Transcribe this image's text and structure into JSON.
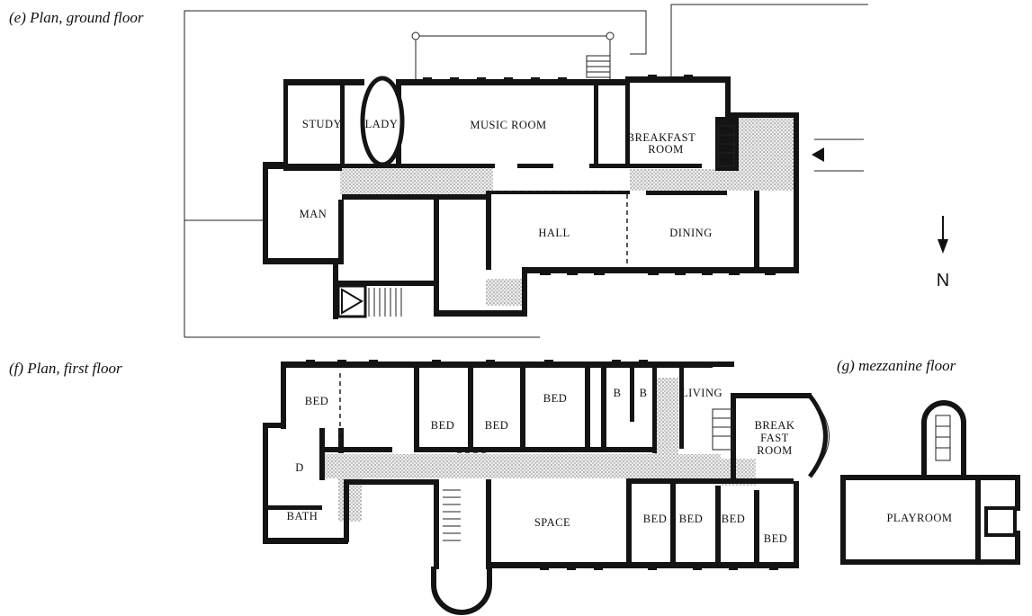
{
  "captions": {
    "ground": "(e)  Plan, ground floor",
    "first": "(f)  Plan, first floor",
    "mezzanine": "(g)  mezzanine floor"
  },
  "ground_floor": {
    "study": "STUDY",
    "lady": "LADY",
    "music_room": "MUSIC ROOM",
    "breakfast_1": "BREAKFAST",
    "breakfast_2": "ROOM",
    "man": "MAN",
    "hall": "HALL",
    "dining": "DINING"
  },
  "first_floor": {
    "bed_1": "BED",
    "bed_2": "BED",
    "bed_3": "BED",
    "bed_4": "BED",
    "b_1": "B",
    "b_2": "B",
    "living": "LIVING",
    "break_1": "BREAK",
    "break_2": "FAST",
    "break_3": "ROOM",
    "d": "D",
    "bath": "BATH",
    "space": "SPACE",
    "bed_5": "BED",
    "bed_6": "BED",
    "bed_7": "BED",
    "bed_8": "BED"
  },
  "mezzanine_floor": {
    "playroom": "PLAYROOM"
  },
  "north": "N"
}
